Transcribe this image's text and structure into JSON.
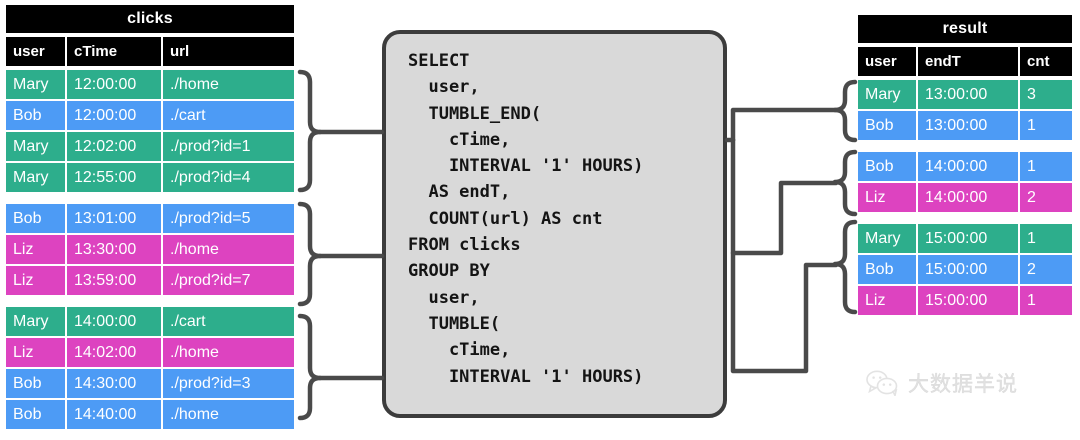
{
  "clicks_table": {
    "title": "clicks",
    "columns": [
      "user",
      "cTime",
      "url"
    ],
    "groups": [
      {
        "rows": [
          {
            "user": "Mary",
            "cTime": "12:00:00",
            "url": "./home",
            "color": "green"
          },
          {
            "user": "Bob",
            "cTime": "12:00:00",
            "url": "./cart",
            "color": "blue"
          },
          {
            "user": "Mary",
            "cTime": "12:02:00",
            "url": "./prod?id=1",
            "color": "green"
          },
          {
            "user": "Mary",
            "cTime": "12:55:00",
            "url": "./prod?id=4",
            "color": "green"
          }
        ]
      },
      {
        "rows": [
          {
            "user": "Bob",
            "cTime": "13:01:00",
            "url": "./prod?id=5",
            "color": "blue"
          },
          {
            "user": "Liz",
            "cTime": "13:30:00",
            "url": "./home",
            "color": "magenta"
          },
          {
            "user": "Liz",
            "cTime": "13:59:00",
            "url": "./prod?id=7",
            "color": "magenta"
          }
        ]
      },
      {
        "rows": [
          {
            "user": "Mary",
            "cTime": "14:00:00",
            "url": "./cart",
            "color": "green"
          },
          {
            "user": "Liz",
            "cTime": "14:02:00",
            "url": "./home",
            "color": "magenta"
          },
          {
            "user": "Bob",
            "cTime": "14:30:00",
            "url": "./prod?id=3",
            "color": "blue"
          },
          {
            "user": "Bob",
            "cTime": "14:40:00",
            "url": "./home",
            "color": "blue"
          }
        ]
      }
    ]
  },
  "result_table": {
    "title": "result",
    "columns": [
      "user",
      "endT",
      "cnt"
    ],
    "groups": [
      {
        "rows": [
          {
            "user": "Mary",
            "endT": "13:00:00",
            "cnt": "3",
            "color": "green"
          },
          {
            "user": "Bob",
            "endT": "13:00:00",
            "cnt": "1",
            "color": "blue"
          }
        ]
      },
      {
        "rows": [
          {
            "user": "Bob",
            "endT": "14:00:00",
            "cnt": "1",
            "color": "blue"
          },
          {
            "user": "Liz",
            "endT": "14:00:00",
            "cnt": "2",
            "color": "magenta"
          }
        ]
      },
      {
        "rows": [
          {
            "user": "Mary",
            "endT": "15:00:00",
            "cnt": "1",
            "color": "green"
          },
          {
            "user": "Bob",
            "endT": "15:00:00",
            "cnt": "2",
            "color": "blue"
          },
          {
            "user": "Liz",
            "endT": "15:00:00",
            "cnt": "1",
            "color": "magenta"
          }
        ]
      }
    ]
  },
  "query": {
    "sql": "SELECT\n  user,\n  TUMBLE_END(\n    cTime,\n    INTERVAL '1' HOURS)\n  AS endT,\n  COUNT(url) AS cnt\nFROM clicks\nGROUP BY\n  user,\n  TUMBLE(\n    cTime,\n    INTERVAL '1' HOURS)"
  },
  "watermark": {
    "text": "大数据羊说",
    "icon": "wechat-bubbles-icon"
  },
  "colors": {
    "green": "#2dae8c",
    "blue": "#4d9bf5",
    "magenta": "#dd43c0",
    "header": "#000000",
    "sql_box_fill": "#d9d9d9",
    "sql_box_border": "#3c3c3c",
    "wire": "#4a4a4a"
  }
}
